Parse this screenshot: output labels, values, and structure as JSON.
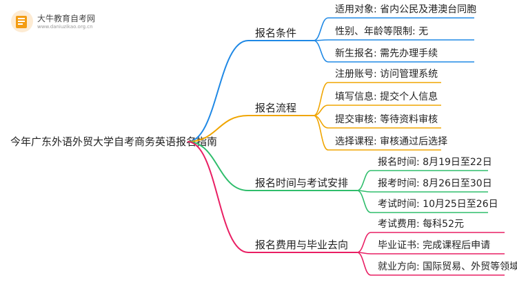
{
  "logo": {
    "title": "大牛教育自考网",
    "subtitle": "www.daniuzikao.org.cn"
  },
  "mindmap": {
    "root": "今年广东外语外贸大学自考商务英语报名指南",
    "branches": [
      {
        "label": "报名条件",
        "color": "#1e88e5",
        "leaves": [
          "适用对象: 省内公民及港澳台同胞",
          "性别、年龄等限制: 无",
          "新生报名: 需先办理手续"
        ]
      },
      {
        "label": "报名流程",
        "color": "#f0a500",
        "leaves": [
          "注册账号: 访问管理系统",
          "填写信息: 提交个人信息",
          "提交审核: 等待资料审核",
          "选择课程: 审核通过后选择"
        ]
      },
      {
        "label": "报名时间与考试安排",
        "color": "#2ebd6b",
        "leaves": [
          "报名时间: 8月19日至22日",
          "报考时间: 8月26日至30日",
          "考试时间: 10月25日至26日"
        ]
      },
      {
        "label": "报名费用与毕业去向",
        "color": "#e91e63",
        "leaves": [
          "考试费用: 每科52元",
          "毕业证书: 完成课程后申请",
          "就业方向: 国际贸易、外贸等领域"
        ]
      }
    ]
  }
}
